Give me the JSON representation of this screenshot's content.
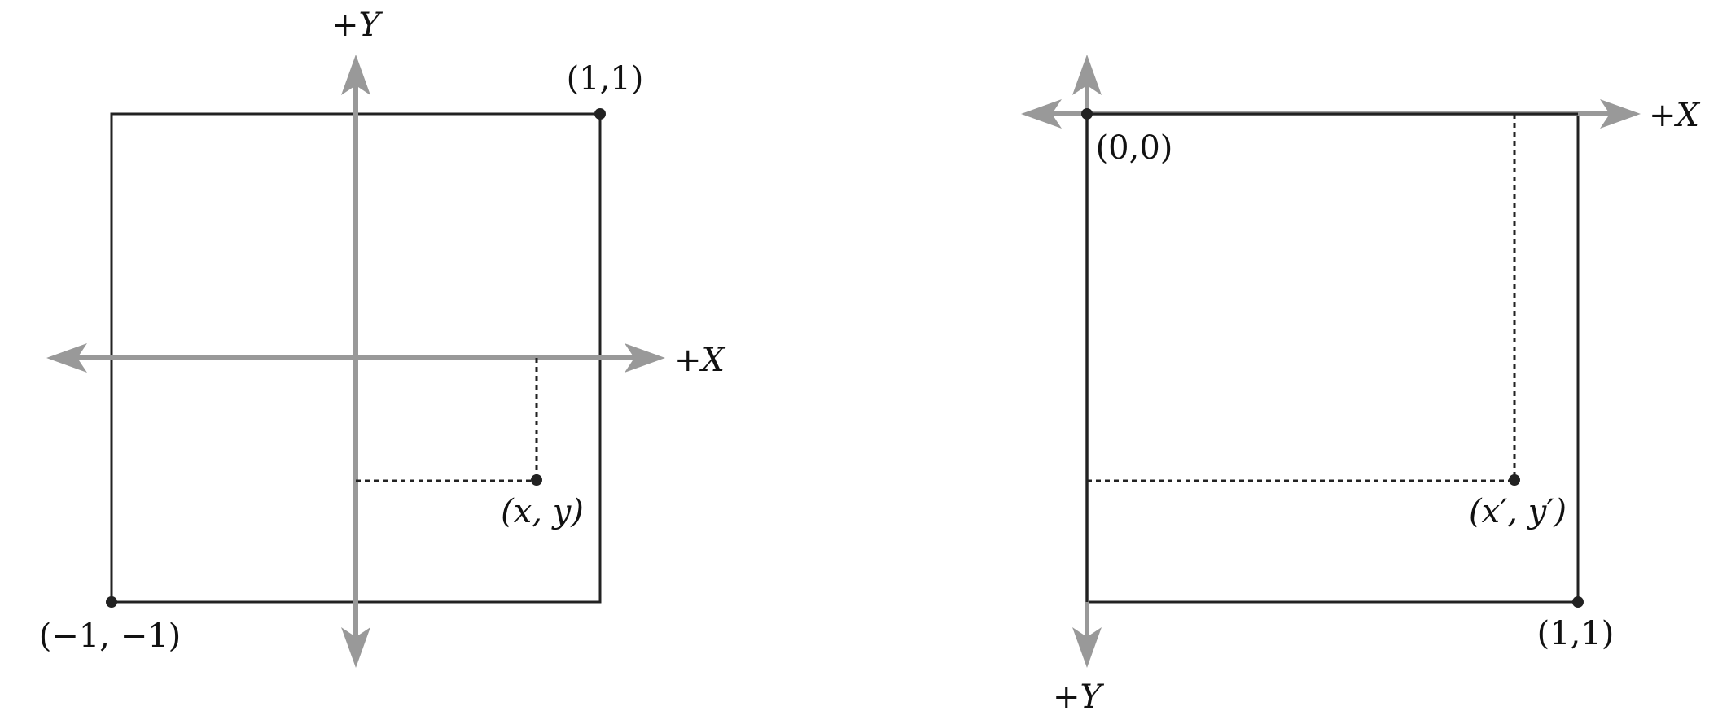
{
  "left_diagram": {
    "axis_x_label": "+X",
    "axis_y_label": "+Y",
    "corner_top_right": "(1,1)",
    "corner_bottom_left": "(−1, −1)",
    "point_label": "(x, y)"
  },
  "right_diagram": {
    "axis_x_label": "+X",
    "axis_y_label": "+Y",
    "origin_label": "(0,0)",
    "corner_bottom_right": "(1,1)",
    "point_label": "(x′, y′)"
  },
  "colors": {
    "axis": "#999999",
    "frame": "#222222"
  }
}
